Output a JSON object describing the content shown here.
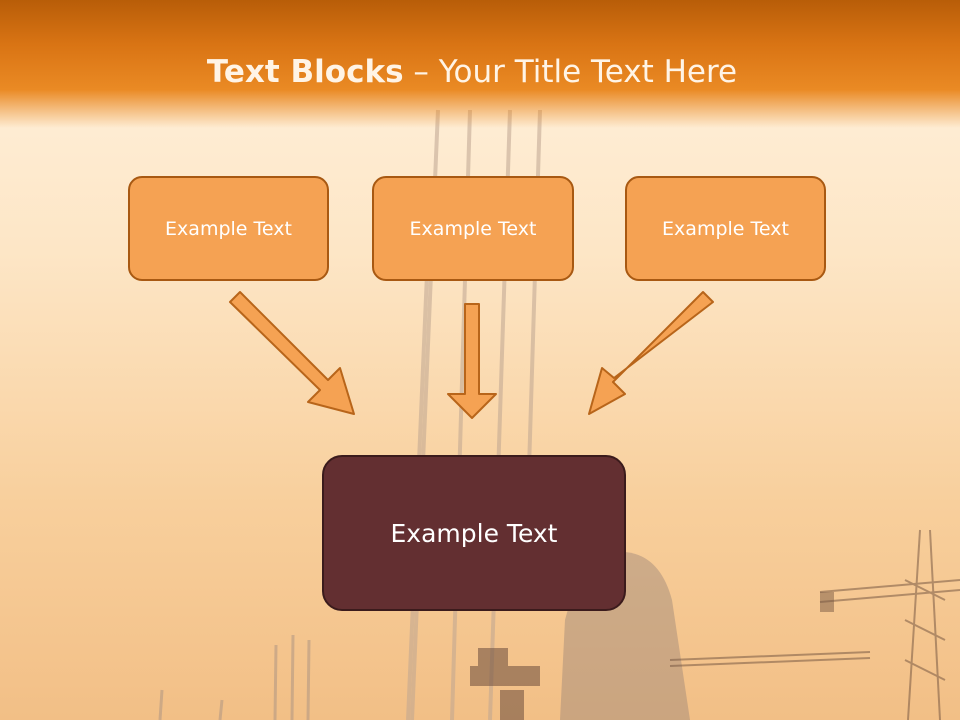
{
  "title": {
    "bold": "Text Blocks",
    "dash": " – ",
    "rest": "Your Title Text Here"
  },
  "blocks": [
    {
      "label": "Example Text"
    },
    {
      "label": "Example Text"
    },
    {
      "label": "Example Text"
    }
  ],
  "main_block": {
    "label": "Example Text"
  },
  "colors": {
    "title_bar": "#d97414",
    "block_fill": "#f5a253",
    "block_border": "#a85912",
    "main_fill": "#632f31",
    "arrow_fill": "#f5a253"
  }
}
